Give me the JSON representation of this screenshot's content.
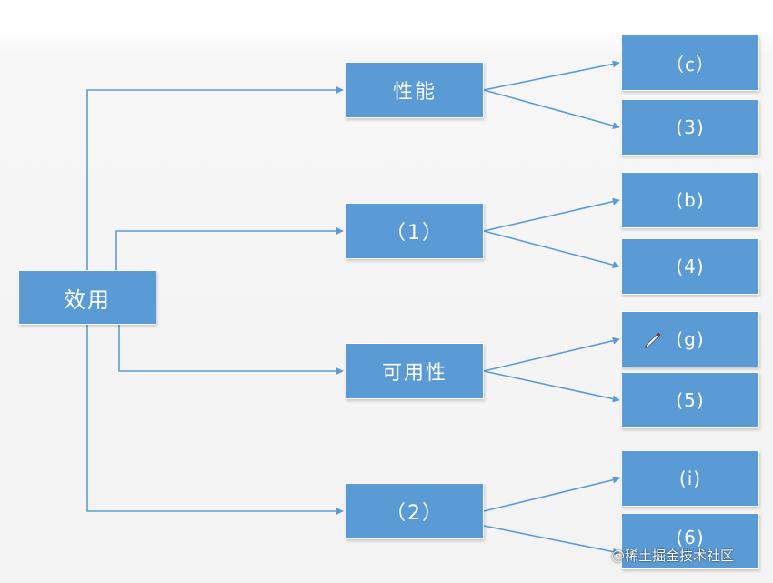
{
  "diagram": {
    "root": {
      "label": "效用"
    },
    "branches": [
      {
        "label": "性能",
        "leaves": [
          "（c）",
          "(3)"
        ]
      },
      {
        "label": "（1）",
        "leaves": [
          "(b)",
          "(4)"
        ]
      },
      {
        "label": "可用性",
        "leaves": [
          "(g)",
          "(5)"
        ]
      },
      {
        "label": "（2）",
        "leaves": [
          "(i)",
          "(6)"
        ]
      }
    ]
  },
  "watermark": "@稀土掘金技术社区",
  "colors": {
    "box_fill": "#5b9bd5",
    "connector": "#5b9bd5",
    "text": "#ffffff"
  },
  "icons": {
    "annotation": "pen-icon"
  }
}
